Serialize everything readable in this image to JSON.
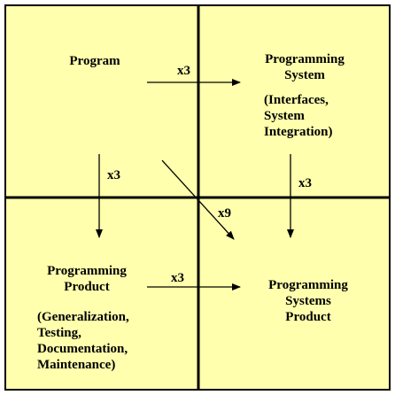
{
  "colors": {
    "background": "#FFFFAD",
    "border": "#000000",
    "ink": "#000000",
    "page": "#FFFFFF"
  },
  "quadrants": {
    "program": {
      "title": "Program"
    },
    "programming_system": {
      "title_line1": "Programming",
      "title_line2": "System",
      "detail_line1": "(Interfaces,",
      "detail_line2": "System",
      "detail_line3": "Integration)"
    },
    "programming_product": {
      "title_line1": "Programming",
      "title_line2": "Product",
      "detail_line1": "(Generalization,",
      "detail_line2": "Testing,",
      "detail_line3": "Documentation,",
      "detail_line4": "Maintenance)"
    },
    "programming_systems_product": {
      "title_line1": "Programming",
      "title_line2": "Systems",
      "title_line3": "Product"
    }
  },
  "arrows": {
    "program_to_system": "x3",
    "program_to_product": "x3",
    "system_to_systems_product": "x3",
    "product_to_systems_product": "x3",
    "program_to_systems_product": "x9"
  }
}
